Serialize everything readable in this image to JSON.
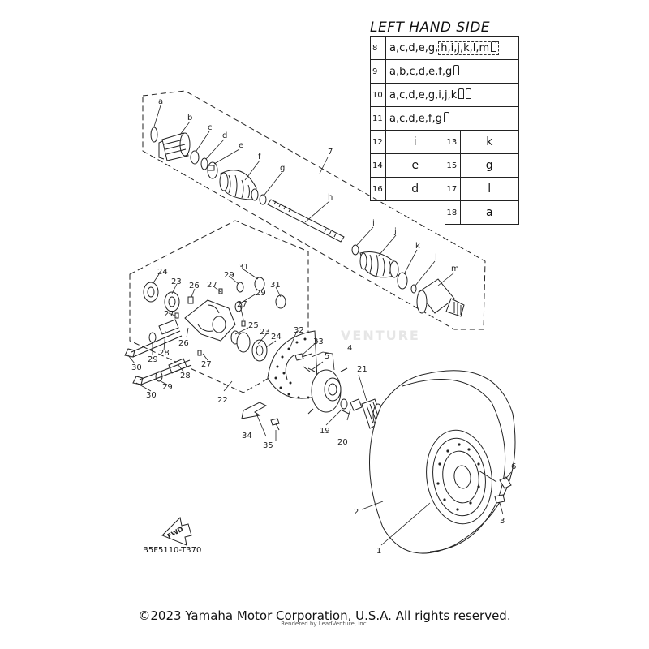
{
  "table": {
    "title": "LEFT HAND SIDE",
    "rows": [
      {
        "num": "8",
        "value": "a,c,d,e,g,",
        "boxed": "h,i,j,k,l,m"
      },
      {
        "num": "9",
        "value": "a,b,c,d,e,f,g"
      },
      {
        "num": "10",
        "value": "a,c,d,e,g,i,j,k"
      },
      {
        "num": "11",
        "value": "a,c,d,e,f,g"
      }
    ],
    "grid": [
      {
        "n1": "12",
        "v1": "i",
        "n2": "13",
        "v2": "k"
      },
      {
        "n1": "14",
        "v1": "e",
        "n2": "15",
        "v2": "g"
      },
      {
        "n1": "16",
        "v1": "d",
        "n2": "17",
        "v2": "l"
      },
      {
        "n2": "18",
        "v2": "a"
      }
    ]
  },
  "callouts": {
    "a": "a",
    "b": "b",
    "c": "c",
    "d": "d",
    "e": "e",
    "f": "f",
    "g": "g",
    "h": "h",
    "i": "i",
    "j": "j",
    "k": "k",
    "l": "l",
    "m": "m",
    "n1": "1",
    "n2": "2",
    "n3": "3",
    "n4": "4",
    "n5": "5",
    "n6": "6",
    "n7": "7",
    "n19": "19",
    "n20": "20",
    "n21": "21",
    "n22": "22",
    "n23a": "23",
    "n23b": "23",
    "n24a": "24",
    "n24b": "24",
    "n25": "25",
    "n26a": "26",
    "n26b": "26",
    "n27a": "27",
    "n27b": "27",
    "n27c": "27",
    "n27d": "27",
    "n28a": "28",
    "n28b": "28",
    "n29a": "29",
    "n29b": "29",
    "n29c": "29",
    "n29d": "29",
    "n30a": "30",
    "n30b": "30",
    "n31a": "31",
    "n31b": "31",
    "n32": "32",
    "n33": "33",
    "n34": "34",
    "n35": "35"
  },
  "fwd_label": "FWD",
  "diagram_code": "B5F5110-T370",
  "watermark": "VENTURE",
  "copyright": "©2023 Yamaha Motor Corporation, U.S.A. All rights reserved.",
  "rendered_by": "Rendered by LeadVenture, Inc."
}
